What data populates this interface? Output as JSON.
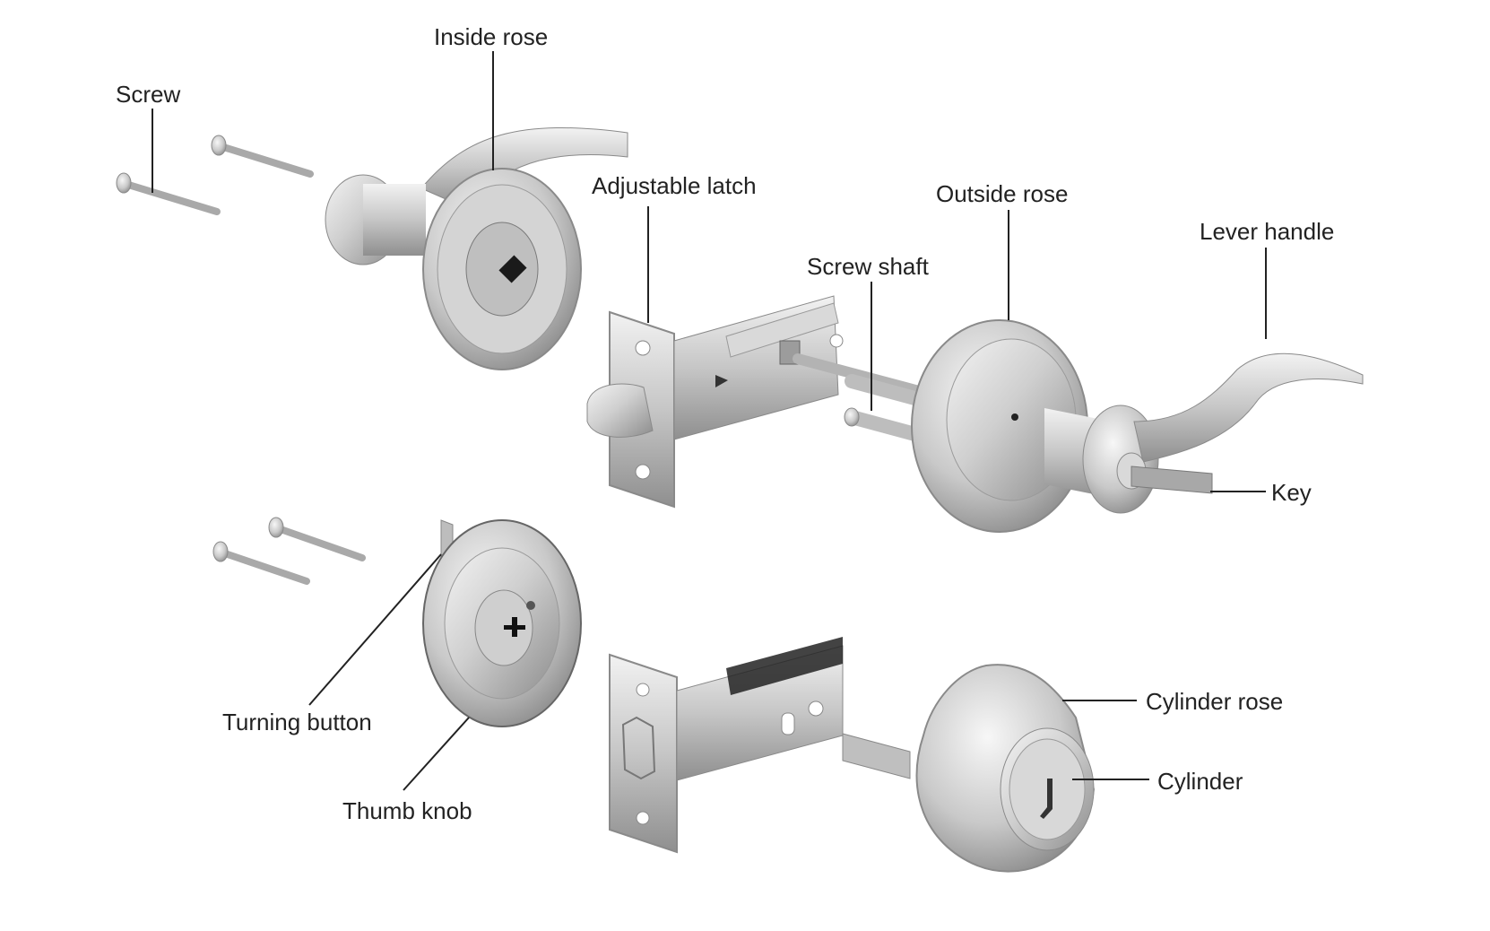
{
  "diagram": {
    "labels": {
      "screw": "Screw",
      "inside_rose": "Inside rose",
      "adjustable_latch": "Adjustable latch",
      "outside_rose": "Outside rose",
      "screw_shaft": "Screw shaft",
      "lever_handle": "Lever handle",
      "key": "Key",
      "turning_button": "Turning button",
      "thumb_knob": "Thumb knob",
      "cylinder_rose": "Cylinder rose",
      "cylinder": "Cylinder"
    }
  },
  "colors": {
    "background": "#ffffff",
    "metal_light": "#e6e6e6",
    "metal_mid": "#bdbdbd",
    "metal_dark": "#8a8a8a",
    "leader_line": "#222222"
  }
}
